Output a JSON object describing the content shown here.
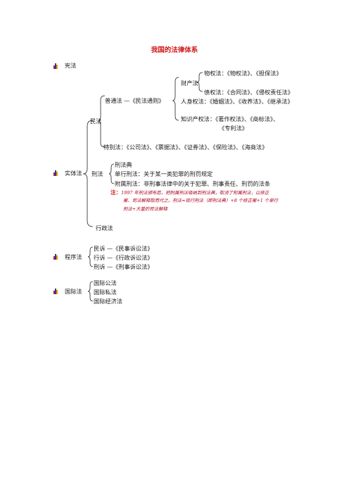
{
  "title": "我国的法律体系",
  "sections": {
    "constitution": "宪法",
    "substantive": "实体法",
    "procedural": "程序法",
    "international": "国际法"
  },
  "civil": {
    "label": "民法",
    "common": "普通法 —《民法通则》",
    "property": "财产法",
    "real_rights": "物权法：《物权法》、《担保法》",
    "obligations": "债权法：《合同法》、《侵权责任法》",
    "personal": "人身权法：《婚姻法》、《收养法》、《继承法》",
    "ip_line1": "知识产权法：《著作权法》、《商标法》、",
    "ip_line2": "《专利法》",
    "special": "特别法：《公司法》、《票据法》、《证券法》、《保险法》、《海商法》"
  },
  "criminal": {
    "label": "刑法",
    "items": [
      "刑法典",
      "单行刑法：关于某一类犯罪的刑罚规定",
      "附属刑法：非刑事法律中的关于犯罪、刑事责任、刑罚的法条"
    ],
    "note_label": "注：",
    "note_line1": "1997 年刑法颁布后，把附属刑法吸纳到刑法典，取消了附属刑法，以修正",
    "note_line2": "案、司法解释取而代之。刑法=现行刑法（即刑法典）+8 个修正案+1 个单行",
    "note_line3": "刑法+大量的司法解释"
  },
  "administrative": {
    "label": "行政法"
  },
  "procedural_items": [
    "民诉 —《民事诉讼法》",
    "行诉 —《行政诉讼法》",
    "刑诉 —《刑事诉讼法》"
  ],
  "international_items": [
    "国际公法",
    "国际私法",
    "国际经济法"
  ],
  "colors": {
    "title": "#d21a1a",
    "note": "#b0001e",
    "text": "#1a1a1a"
  },
  "icon": "bullet-icon"
}
